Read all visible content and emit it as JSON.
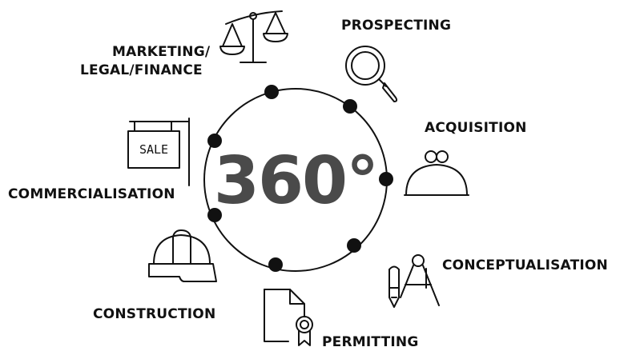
{
  "diagram": {
    "center_label": "360°",
    "colors": {
      "text": "#111111",
      "center": "#4a4a4a",
      "background": "#ffffff"
    },
    "steps": [
      {
        "id": "prospecting",
        "label": "PROSPECTING",
        "icon": "magnifier-icon"
      },
      {
        "id": "acquisition",
        "label": "ACQUISITION",
        "icon": "purse-icon"
      },
      {
        "id": "conceptualisation",
        "label": "CONCEPTUALISATION",
        "icon": "pencil-compass-icon"
      },
      {
        "id": "permitting",
        "label": "PERMITTING",
        "icon": "certificate-icon"
      },
      {
        "id": "construction",
        "label": "CONSTRUCTION",
        "icon": "hard-hat-icon"
      },
      {
        "id": "commercialisation",
        "label": "COMMERCIALISATION",
        "icon": "sale-sign-icon"
      },
      {
        "id": "marketing",
        "label_line1": "MARKETING/",
        "label_line2": "LEGAL/FINANCE",
        "icon": "scales-icon"
      }
    ],
    "sale_sign_text": "SALE"
  }
}
